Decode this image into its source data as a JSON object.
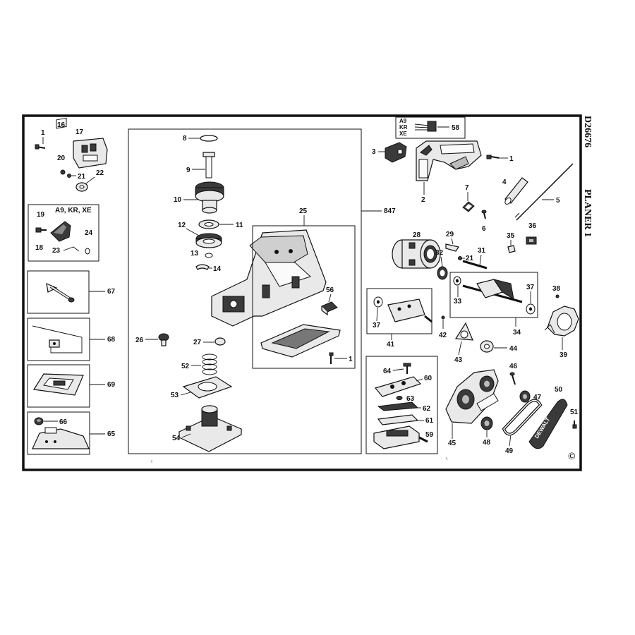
{
  "sheet": {
    "model": "D26676",
    "title": "PLANER 1",
    "copyright": "©"
  },
  "region_notes": {
    "small_box": "A9, KR, XE",
    "top_box": [
      "A9",
      "KR",
      "XE"
    ]
  },
  "assembly_callouts": {
    "main": "847",
    "base": "25",
    "armature": "34",
    "cutter_head": "41"
  },
  "labels": {
    "l1a": "1",
    "l16": "16",
    "l17": "17",
    "l20": "20",
    "l21a": "21",
    "l22": "22",
    "l19": "19",
    "l18": "18",
    "l23": "23",
    "l24": "24",
    "l67": "67",
    "l68": "68",
    "l69": "69",
    "l66": "66",
    "l65": "65",
    "l8": "8",
    "l9": "9",
    "l10": "10",
    "l11": "11",
    "l12": "12",
    "l13": "13",
    "l14": "14",
    "l26": "26",
    "l27": "27",
    "l52": "52",
    "l53": "53",
    "l54": "54",
    "l56": "56",
    "l1b": "1",
    "l58": "58",
    "l3": "3",
    "l2": "2",
    "l1c": "1",
    "l4": "4",
    "l5": "5",
    "l7": "7",
    "l6": "6",
    "l28": "28",
    "l29": "29",
    "l32": "32",
    "l21b": "21",
    "l31": "31",
    "l35": "35",
    "l36": "36",
    "l33": "33",
    "l37a": "37",
    "l38": "38",
    "l39": "39",
    "l37b": "37",
    "l42": "42",
    "l43": "43",
    "l44": "44",
    "l64": "64",
    "l60": "60",
    "l63": "63",
    "l62": "62",
    "l61": "61",
    "l59": "59",
    "l46": "46",
    "l47": "47",
    "l50": "50",
    "l51": "51",
    "l45": "45",
    "l48": "48",
    "l49": "49"
  },
  "belt_cover_text": "DEWALT"
}
